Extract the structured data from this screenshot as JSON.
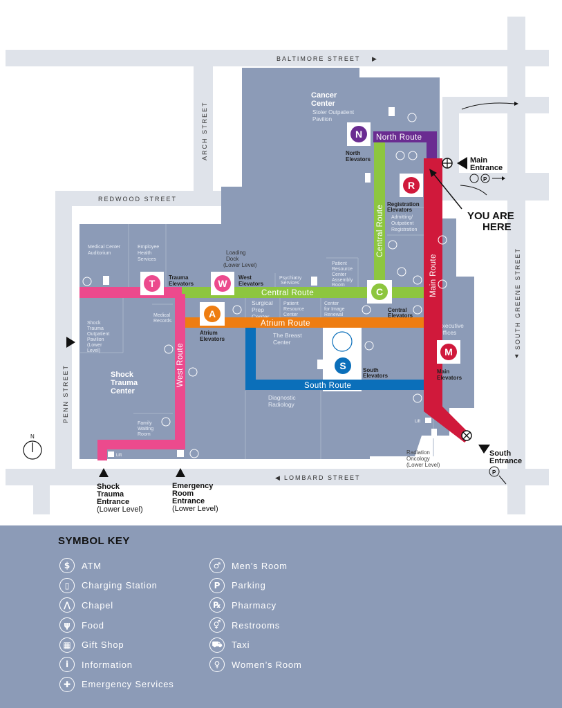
{
  "streets": {
    "baltimore": "BALTIMORE STREET",
    "arch": "ARCH STREET",
    "redwood": "REDWOOD STREET",
    "penn": "PENN STREET",
    "lombard": "LOMBARD STREET",
    "south_greene": "SOUTH GREENE STREET"
  },
  "buildings": {
    "cancer_center": [
      "Cancer",
      "Center"
    ],
    "stoler": [
      "Stoler Outpatient",
      "Pavilion"
    ],
    "med_auditorium": [
      "Medical Center",
      "Auditorium"
    ],
    "employee_health": [
      "Employee",
      "Health",
      "Services"
    ],
    "loading_dock": [
      "Loading",
      "Dock",
      "(Lower Level)"
    ],
    "psychiatry": [
      "Psychiatry",
      "Services"
    ],
    "patient_resource_assembly": [
      "Patient",
      "Resource",
      "Center",
      "Assembly",
      "Room"
    ],
    "admitting": [
      "Admitting/",
      "Outpatient",
      "Registration"
    ],
    "medical_records": [
      "Medical",
      "Records"
    ],
    "surgical_prep": [
      "Surgical",
      "Prep",
      "Center"
    ],
    "patient_resource": [
      "Patient",
      "Resource",
      "Center"
    ],
    "image_renewal": [
      "Center",
      "for Image",
      "Renewal"
    ],
    "shock_pavilion": [
      "Shock",
      "Trauma",
      "Outpatient",
      "Pavilion",
      "(Lower",
      "Level)"
    ],
    "shock_trauma_center": [
      "Shock",
      "Trauma",
      "Center"
    ],
    "breast_center": [
      "The Breast",
      "Center"
    ],
    "executive_offices": [
      "Executive",
      "Offices"
    ],
    "family_waiting": [
      "Family",
      "Waiting",
      "Room"
    ],
    "diagnostic_radiology": [
      "Diagnostic",
      "Radiology"
    ],
    "radiation_oncology": [
      "Radiation",
      "Oncology",
      "(Lower Level)"
    ]
  },
  "routes": {
    "north": "North Route",
    "central_h": "Central Route",
    "central_v": "Central Route",
    "atrium": "Atrium Route",
    "south": "South Route",
    "west": "West Route",
    "main": "Main Route"
  },
  "elevators": {
    "N": {
      "letter": "N",
      "label": [
        "North",
        "Elevators"
      ]
    },
    "R": {
      "letter": "R",
      "label": [
        "Registration",
        "Elevators"
      ]
    },
    "T": {
      "letter": "T",
      "label": [
        "Trauma",
        "Elevators"
      ]
    },
    "W": {
      "letter": "W",
      "label": [
        "West",
        "Elevators"
      ]
    },
    "C": {
      "letter": "C",
      "label": [
        "Central",
        "Elevators"
      ]
    },
    "A": {
      "letter": "A",
      "label": [
        "Atrium",
        "Elevators"
      ]
    },
    "S": {
      "letter": "S",
      "label": [
        "South",
        "Elevators"
      ]
    },
    "M": {
      "letter": "M",
      "label": [
        "Main",
        "Elevators"
      ]
    }
  },
  "entrances": {
    "main": [
      "Main",
      "Entrance"
    ],
    "south": [
      "South",
      "Entrance"
    ],
    "shock_trauma": [
      "Shock",
      "Trauma",
      "Entrance",
      "(Lower Level)"
    ],
    "emergency_room": [
      "Emergency",
      "Room",
      "Entrance",
      "(Lower Level)"
    ]
  },
  "you_are_here": [
    "YOU ARE",
    "HERE"
  ],
  "compass": "N",
  "legend": {
    "title": "SYMBOL KEY",
    "left": [
      {
        "icon": "atm-icon",
        "glyph": "$",
        "label": "ATM"
      },
      {
        "icon": "charging-station-icon",
        "glyph": "▯",
        "label": "Charging Station"
      },
      {
        "icon": "chapel-icon",
        "glyph": "⋀",
        "label": "Chapel"
      },
      {
        "icon": "food-icon",
        "glyph": "ψ",
        "label": "Food"
      },
      {
        "icon": "gift-shop-icon",
        "glyph": "▦",
        "label": "Gift Shop"
      },
      {
        "icon": "information-icon",
        "glyph": "i",
        "label": "Information"
      },
      {
        "icon": "emergency-services-icon",
        "glyph": "✚",
        "label": "Emergency Services"
      }
    ],
    "right": [
      {
        "icon": "mens-room-icon",
        "glyph": "♂",
        "label": "Men’s Room"
      },
      {
        "icon": "parking-icon",
        "glyph": "P",
        "label": "Parking"
      },
      {
        "icon": "pharmacy-icon",
        "glyph": "℞",
        "label": "Pharmacy"
      },
      {
        "icon": "restrooms-icon",
        "glyph": "⚥",
        "label": "Restrooms"
      },
      {
        "icon": "taxi-icon",
        "glyph": "⛟",
        "label": "Taxi"
      },
      {
        "icon": "womens-room-icon",
        "glyph": "♀",
        "label": "Women’s Room"
      }
    ]
  },
  "colors": {
    "north": "#6a2c91",
    "central": "#8dc63f",
    "atrium": "#ee7d11",
    "south": "#0b6fba",
    "west": "#ec4a8d",
    "main": "#d0193b",
    "building": "#8c9bb7",
    "street": "#dfe3ea"
  }
}
